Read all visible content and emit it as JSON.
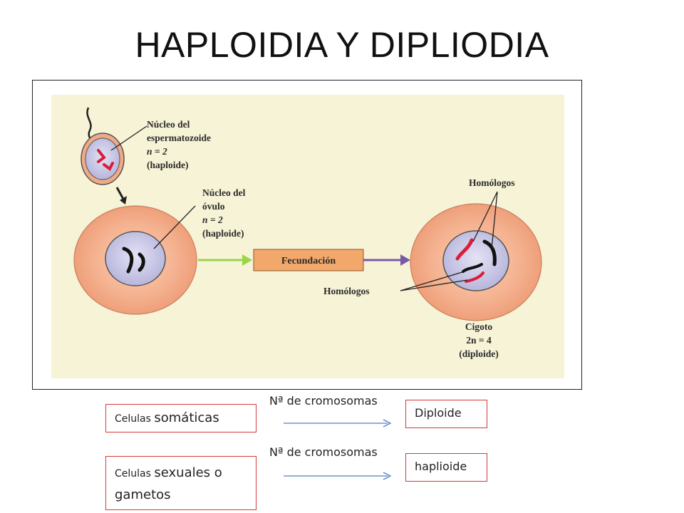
{
  "title": "HAPLOIDIA Y DIPLIODIA",
  "figure": {
    "sperm_label_line1": "Núcleo del",
    "sperm_label_line2": "espermatozoide",
    "sperm_label_line3": "n = 2",
    "sperm_label_line4": "(haploide)",
    "ovum_label_line1": "Núcleo del",
    "ovum_label_line2": "óvulo",
    "ovum_label_line3": "n = 2",
    "ovum_label_line4": "(haploide)",
    "fertilization_label": "Fecundación",
    "homologs_top": "Homólogos",
    "homologs_bottom": "Homólogos",
    "zygote_line1": "Cigoto",
    "zygote_line2": "2n = 4",
    "zygote_line3": "(diploide)"
  },
  "rows": [
    {
      "cell_prefix": "Celulas ",
      "cell_main": "somáticas",
      "arrow_caption": "Nª de cromosomas",
      "result": "Diploide"
    },
    {
      "cell_prefix": "Celulas ",
      "cell_main": "sexuales o",
      "cell_line2": "gametos",
      "arrow_caption": "Nª de cromosomas",
      "result": "haplioide"
    }
  ],
  "colors": {
    "panel_bg": "#f7f3d6",
    "cell_outer": "#f2a985",
    "nucleus": "#c9c9e8",
    "chromosome_red": "#d81f3a",
    "chromosome_black": "#111111",
    "fertilization_box": "#f2a86b",
    "arrow_green": "#9bd64a",
    "arrow_purple": "#7a5aa6",
    "box_border": "#d23a3a",
    "flow_arrow": "#4f81bd"
  }
}
